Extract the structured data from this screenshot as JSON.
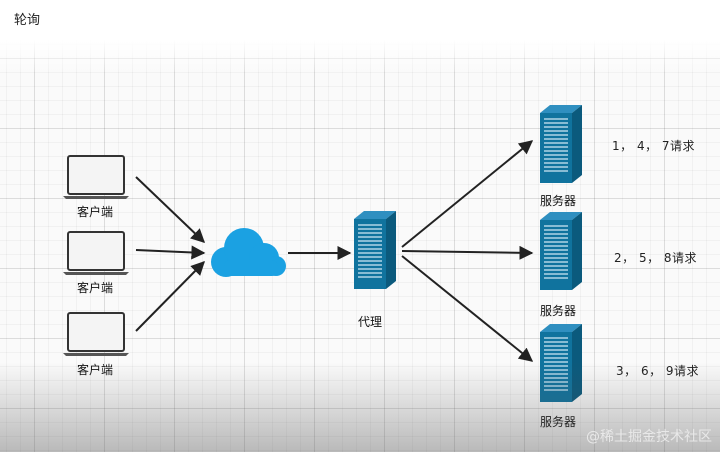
{
  "page": {
    "title": "轮询"
  },
  "diagram": {
    "clients": [
      {
        "label": "客户端"
      },
      {
        "label": "客户端"
      },
      {
        "label": "客户端"
      }
    ],
    "proxy": {
      "label": "代理"
    },
    "servers": [
      {
        "label": "服务器",
        "requests": "1， 4， 7请求"
      },
      {
        "label": "服务器",
        "requests": "2， 5， 8请求"
      },
      {
        "label": "服务器",
        "requests": "3， 6， 9请求"
      }
    ],
    "colors": {
      "cloud": "#1ba1e2",
      "server_body": "#10739e",
      "server_dark": "#0b5a7d",
      "arrow": "#222222",
      "laptop": "#333333"
    }
  },
  "watermark": "@稀土掘金技术社区"
}
